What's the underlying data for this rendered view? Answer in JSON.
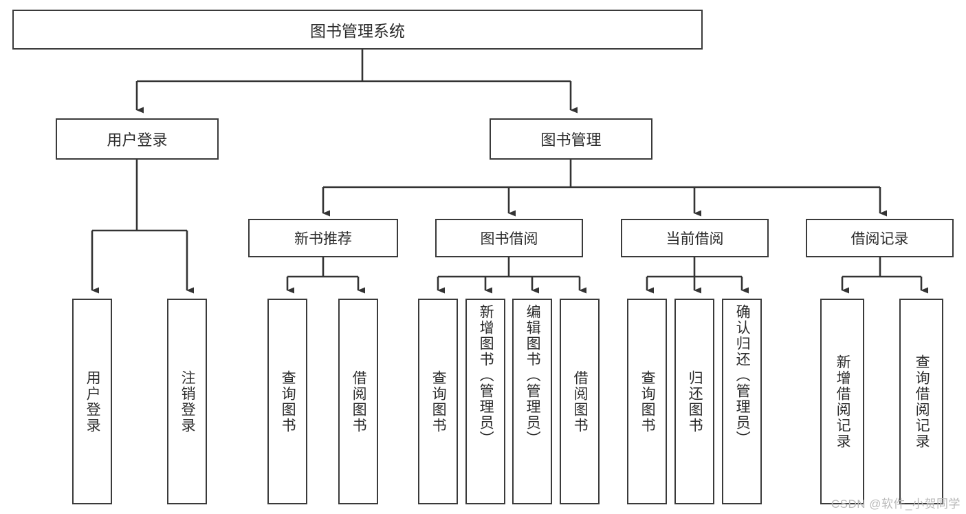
{
  "diagram": {
    "title": "图书管理系统",
    "type": "hierarchy-tree",
    "watermark": "CSDN @软件_小贺同学",
    "colors": {
      "box_border": "#3a3a3a",
      "box_fill": "#ffffff",
      "text": "#2b2b2b",
      "connector": "#333333",
      "watermark": "#b9b9b9"
    },
    "root": {
      "label": "图书管理系统"
    },
    "level2": [
      {
        "label": "用户登录"
      },
      {
        "label": "图书管理"
      }
    ],
    "level3": [
      {
        "label": "新书推荐"
      },
      {
        "label": "图书借阅"
      },
      {
        "label": "当前借阅"
      },
      {
        "label": "借阅记录"
      }
    ],
    "leaves": {
      "user_login": [
        {
          "label": "用户登录"
        },
        {
          "label": "注销登录"
        }
      ],
      "new_book": [
        {
          "label": "查询图书"
        },
        {
          "label": "借阅图书"
        }
      ],
      "book_borrow": [
        {
          "label": "查询图书"
        },
        {
          "label": "新增图书（管理员）"
        },
        {
          "label": "编辑图书（管理员）"
        },
        {
          "label": "借阅图书"
        }
      ],
      "current_borrow": [
        {
          "label": "查询图书"
        },
        {
          "label": "归还图书"
        },
        {
          "label": "确认归还（管理员）"
        }
      ],
      "borrow_record": [
        {
          "label": "新增借阅记录"
        },
        {
          "label": "查询借阅记录"
        }
      ]
    }
  }
}
